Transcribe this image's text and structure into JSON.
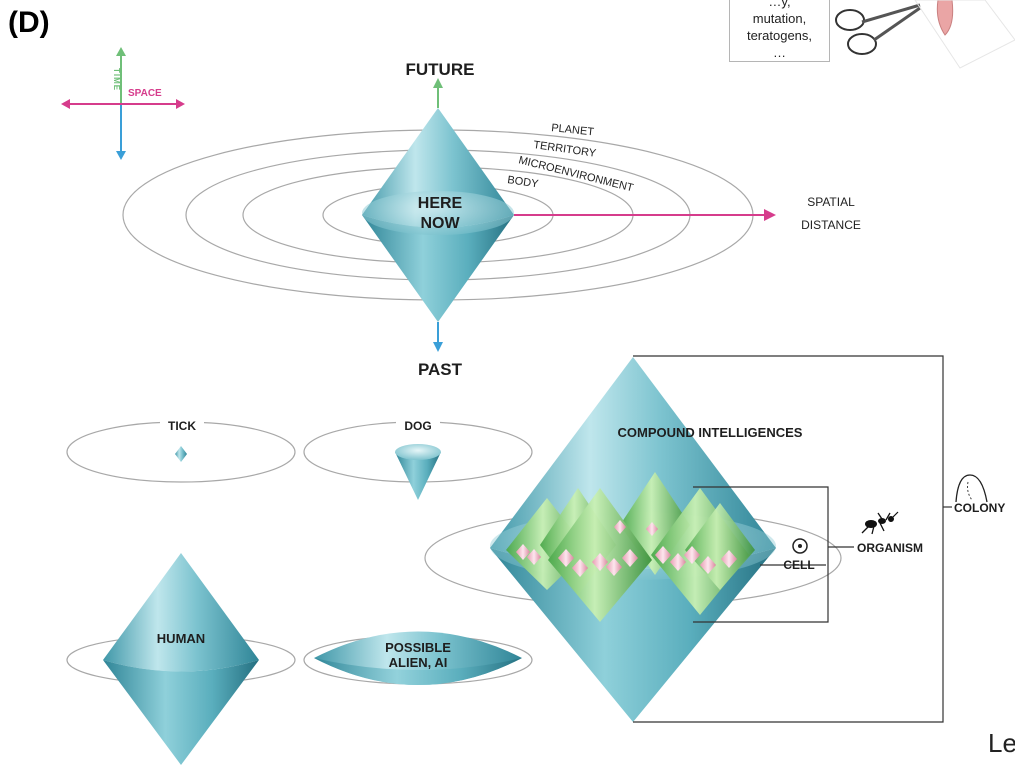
{
  "panel_letter": "(D)",
  "callout": {
    "lines": [
      "…y,",
      "mutation,",
      "teratogens,",
      "…"
    ]
  },
  "axes_key": {
    "time": "TIME",
    "space": "SPACE"
  },
  "top": {
    "future": "FUTURE",
    "past": "PAST",
    "center_lines": [
      "HERE",
      "NOW"
    ],
    "rings": [
      "PLANET",
      "TERRITORY",
      "MICROENVIRONMENT",
      "BODY"
    ],
    "spatial": [
      "SPATIAL",
      "DISTANCE"
    ]
  },
  "organisms": {
    "tick": "TICK",
    "dog": "DOG",
    "human": "HUMAN",
    "alien": [
      "POSSIBLE",
      "ALIEN, AI"
    ],
    "compound": "COMPOUND INTELLIGENCES",
    "cell": "CELL",
    "organism": "ORGANISM",
    "colony": "COLONY"
  },
  "cut_text": "Le",
  "colors": {
    "time_arrow": "#6fbf78",
    "past_arrow": "#3a9fd8",
    "space_arrow": "#d63c8c",
    "cone": "#5fb3c1",
    "green_cone": "#7ccf6a",
    "pink_cone": "#f2b8c8"
  }
}
